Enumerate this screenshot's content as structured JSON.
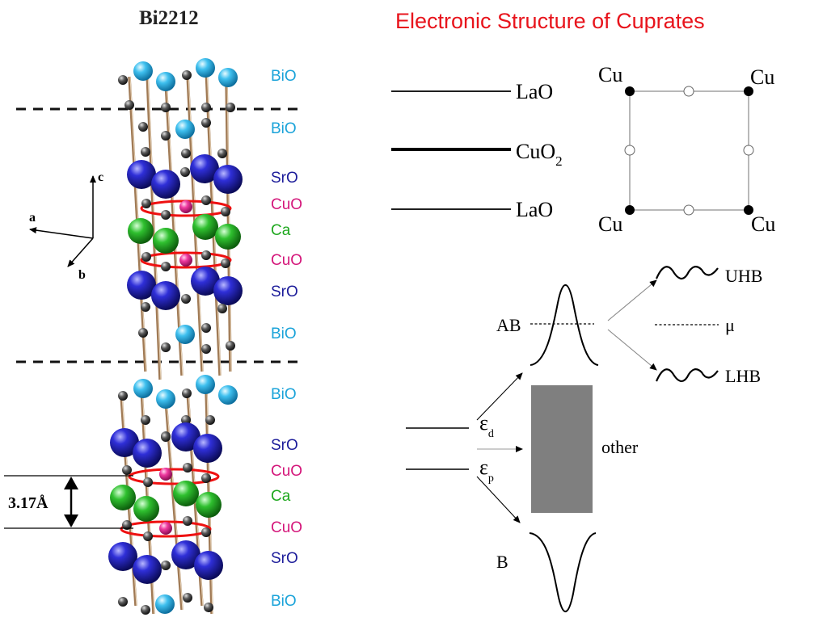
{
  "left_panel": {
    "title": "Bi2212",
    "layers_top": [
      "BiO",
      "BiO",
      "SrO",
      "CuO",
      "Ca",
      "CuO",
      "SrO",
      "BiO"
    ],
    "layers_bottom": [
      "BiO",
      "SrO",
      "CuO",
      "Ca",
      "CuO",
      "SrO",
      "BiO"
    ],
    "layer_colors": {
      "BiO": "#1aa3d9",
      "SrO": "#1c1c9a",
      "CuO": "#d4167a",
      "Ca": "#1fa81f"
    },
    "axes": {
      "a": "a",
      "b": "b",
      "c": "c"
    },
    "spacing_label": "3.17Å"
  },
  "right_panel": {
    "title": "Electronic Structure of Cuprates",
    "title_color": "#e8141c",
    "planes": {
      "top": "LaO",
      "middle": "CuO",
      "middle_sub": "2",
      "bottom": "LaO"
    },
    "plaquette": {
      "corner_label": "Cu"
    },
    "bands": {
      "ab": "AB",
      "b": "B",
      "uhb": "UHB",
      "lhb": "LHB",
      "mu": "μ",
      "eps_d": "ε",
      "eps_d_sub": "d",
      "eps_p": "ε",
      "eps_p_sub": "p",
      "other": "other",
      "other_color": "#7f7f7f"
    }
  }
}
